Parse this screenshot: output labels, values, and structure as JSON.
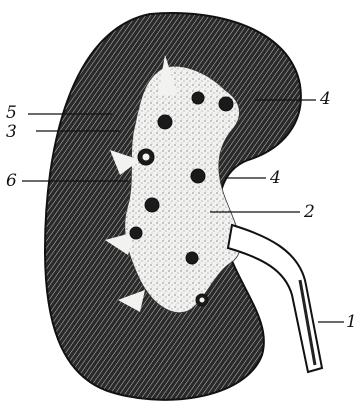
{
  "labels": {
    "l1": "1",
    "l2": "2",
    "l3": "3",
    "l4a": "4",
    "l4b": "4",
    "l5": "5",
    "l6": "6"
  },
  "colors": {
    "ink": "#111111",
    "paper": "#ffffff",
    "cortex": "#1c1c1c",
    "sinus": "#f4f4f2"
  }
}
